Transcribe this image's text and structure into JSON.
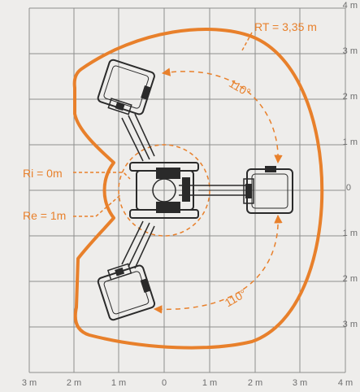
{
  "labels": {
    "rt": "RT = 3,35 m",
    "ri": "Ri = 0m",
    "re": "Re = 1m",
    "angle_top": "110°",
    "angle_bottom": "110°"
  },
  "x_axis": [
    "3 m",
    "2 m",
    "1 m",
    "0",
    "1 m",
    "2 m",
    "3 m",
    "4 m"
  ],
  "y_axis": [
    "4 m",
    "3 m",
    "2 m",
    "1 m",
    "0",
    "1 m",
    "2 m",
    "3 m"
  ],
  "colors": {
    "accent": "#e8802b",
    "grid": "#8e8e8e",
    "background": "#eeedeb",
    "label": "#6d6d6d"
  }
}
